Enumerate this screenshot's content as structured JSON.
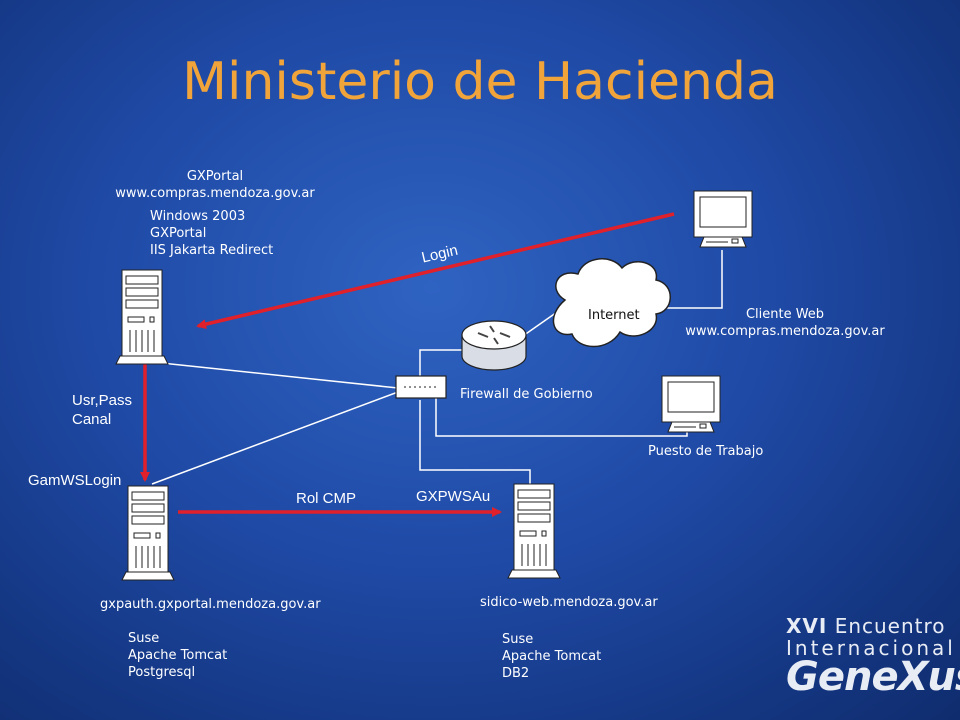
{
  "title": "Ministerio de Hacienda",
  "gxportal": {
    "name": "GXPortal",
    "url": "www.compras.mendoza.gov.ar",
    "specs": [
      "Windows 2003",
      "GXPortal",
      "IIS Jakarta Redirect"
    ]
  },
  "gxauth": {
    "url": "gxpauth.gxportal.mendoza.gov.ar",
    "specs": [
      "Suse",
      "Apache Tomcat",
      "Postgresql"
    ]
  },
  "sidico": {
    "url": "sidico-web.mendoza.gov.ar",
    "specs": [
      "Suse",
      "Apache Tomcat",
      "DB2"
    ]
  },
  "cliente": {
    "name": "Cliente Web",
    "url": "www.compras.mendoza.gov.ar"
  },
  "internet_label": "Internet",
  "firewall_label": "Firewall de Gobierno",
  "puesto_label": "Puesto de Trabajo",
  "flows": {
    "login": "Login",
    "usr_pass": [
      "Usr,Pass",
      "Canal"
    ],
    "gamws": "GamWSLogin",
    "rol_cmp": "Rol CMP",
    "gxpwsau": "GXPWSAu"
  },
  "brand": {
    "line1_prefix": "XVI",
    "line1_rest": " Encuentro",
    "line2": "Internacional",
    "line3": "GeneXus",
    "tm": "™"
  },
  "colors": {
    "background": "#1f4aa6",
    "title": "#f0a43a",
    "arrow": "#e0202a",
    "line": "#ffffff"
  }
}
